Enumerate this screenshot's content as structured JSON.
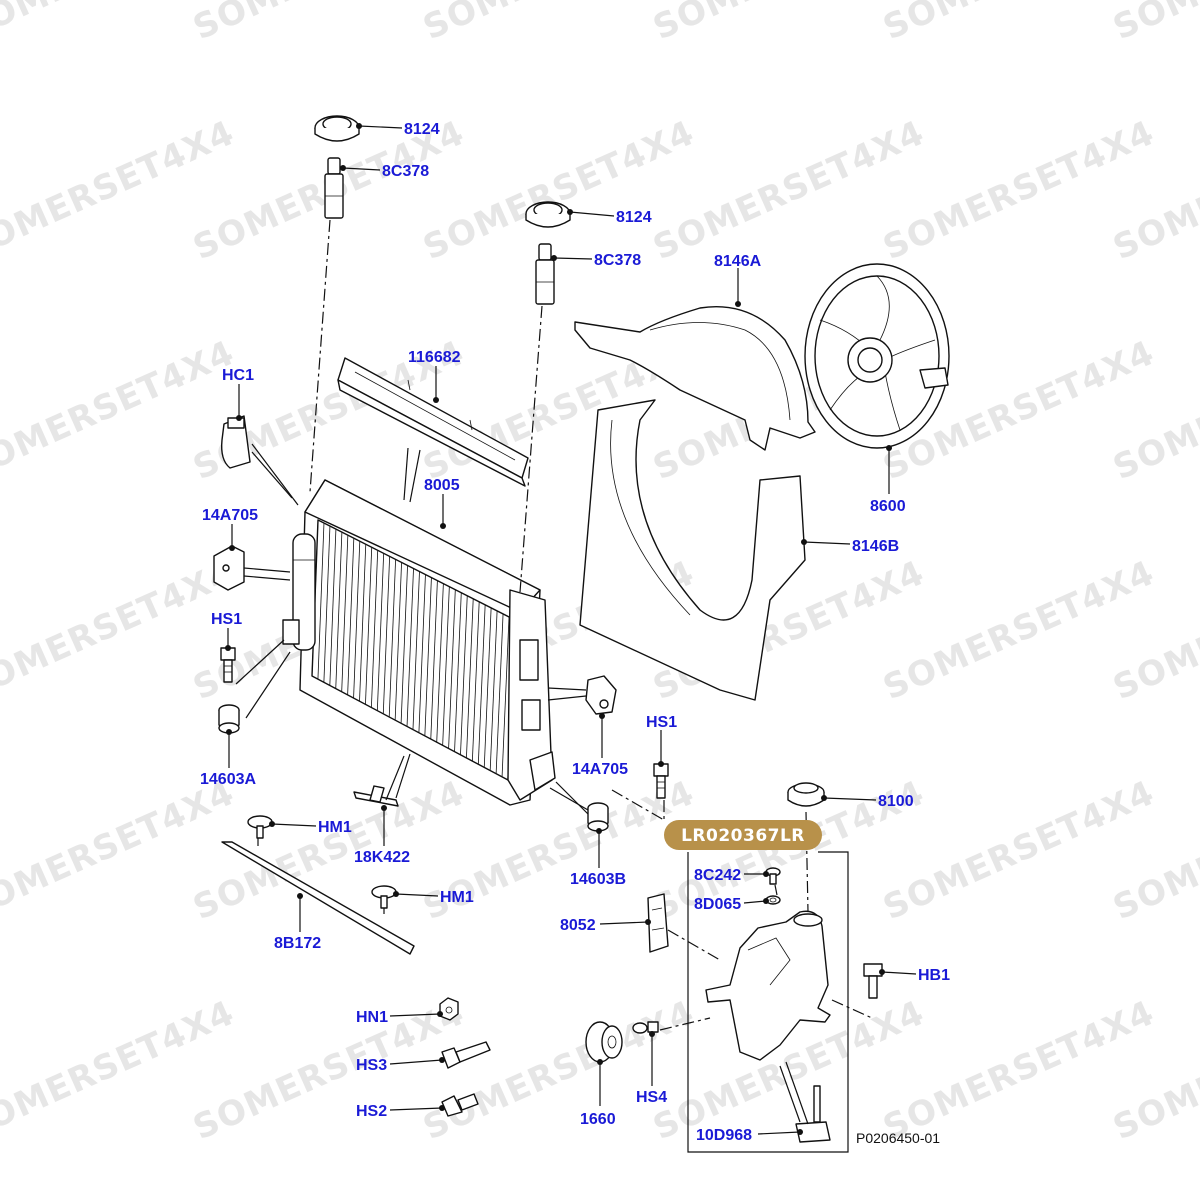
{
  "watermark": "SOMERSET4X4",
  "figure_number": "P0206450-01",
  "highlight_part": {
    "code": "LR020367LR",
    "color": "#b8914a"
  },
  "colors": {
    "label": "#1a1ad6",
    "line": "#111111",
    "watermark": "#e6e6e6"
  },
  "callouts": [
    "8124",
    "8C378",
    "8124",
    "8C378",
    "8146A",
    "116682",
    "HC1",
    "8005",
    "8600",
    "14A705",
    "8146B",
    "HS1",
    "14603A",
    "HS1",
    "14A705",
    "8100",
    "HM1",
    "18K422",
    "14603B",
    "8C242",
    "8D065",
    "HM1",
    "8052",
    "8B172",
    "HB1",
    "HN1",
    "HS3",
    "HS4",
    "1660",
    "HS2",
    "10D968"
  ]
}
